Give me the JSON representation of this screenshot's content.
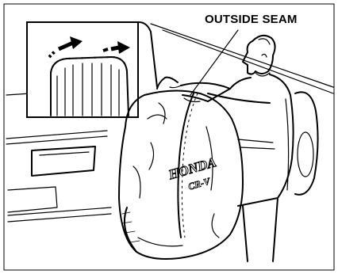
{
  "callout": {
    "label": "OUTSIDE SEAM"
  },
  "cover_emblem": {
    "brand_text": "HONDA",
    "model_text": "CR-V"
  }
}
